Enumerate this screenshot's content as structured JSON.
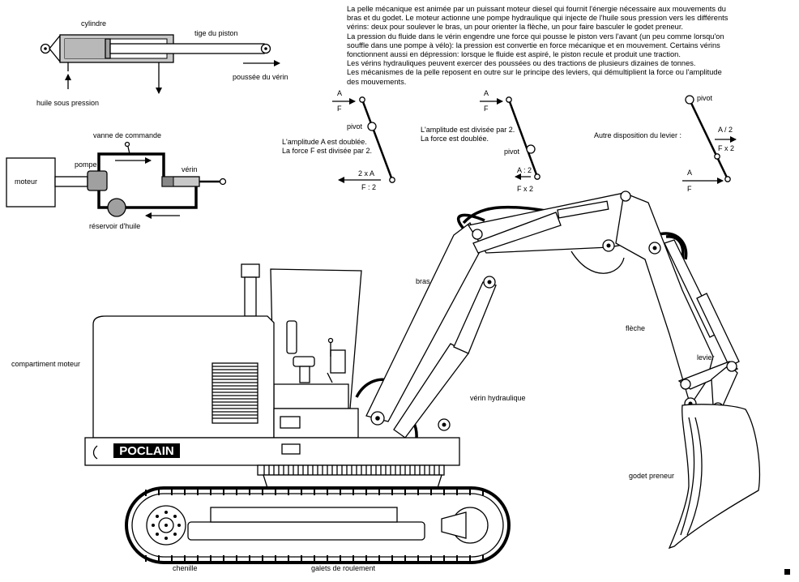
{
  "paragraph": [
    "La pelle mécanique est animée par un puissant moteur diesel qui fournit l'énergie nécessaire aux mouvements du",
    "bras et du godet. Le moteur actionne une pompe hydraulique qui injecte de l'huile sous pression vers les différents",
    "vérins: deux pour soulever le bras, un pour orienter la flèche, un pour faire basculer le godet preneur.",
    "La pression du fluide dans le vérin engendre une force qui pousse le piston vers l'avant (un peu comme lorsqu'on",
    "souffle dans une pompe à vélo): la pression est convertie en force mécanique et en mouvement. Certains vérins",
    "fonctionnent aussi en dépression: lorsque le fluide est aspiré, le piston recule et produit une traction.",
    "Les vérins hydrauliques peuvent exercer des poussées ou des tractions de plusieurs dizaines de tonnes.",
    "Les mécanismes de la pelle reposent en outre sur le principe des leviers, qui démultiplient la force ou l'amplitude",
    "des mouvements."
  ],
  "cylinder_diagram": {
    "cylindre": "cylindre",
    "tige": "tige du piston",
    "huile": "huile sous pression",
    "poussee": "poussée du vérin"
  },
  "circuit_diagram": {
    "vanne": "vanne de commande",
    "pompe": "pompe",
    "verin": "vérin",
    "moteur": "moteur",
    "reservoir": "réservoir d'huile"
  },
  "levers": {
    "lever1": {
      "label_a": "A",
      "label_f": "F",
      "pivot": "pivot",
      "desc1": "L'amplitude A est doublée.",
      "desc2": "La force F est divisée par 2.",
      "out_a": "2 x A",
      "out_f": "F : 2"
    },
    "lever2": {
      "label_a": "A",
      "label_f": "F",
      "pivot": "pivot",
      "desc1": "L'amplitude est divisée par 2.",
      "desc2": "La force est doublée.",
      "out_a": "A : 2",
      "out_f": "F x 2"
    },
    "lever3": {
      "title": "Autre disposition du levier :",
      "pivot": "pivot",
      "out_a": "A / 2",
      "out_f": "F x 2",
      "label_a": "A",
      "label_f": "F"
    }
  },
  "excavator": {
    "brand": "POCLAIN",
    "labels": {
      "compartiment": "compartiment moteur",
      "bras": "bras",
      "fleche": "flèche",
      "verin": "vérin hydraulique",
      "levier": "levier",
      "godet": "godet preneur",
      "chenille": "chenille",
      "galets": "galets de roulement"
    }
  }
}
